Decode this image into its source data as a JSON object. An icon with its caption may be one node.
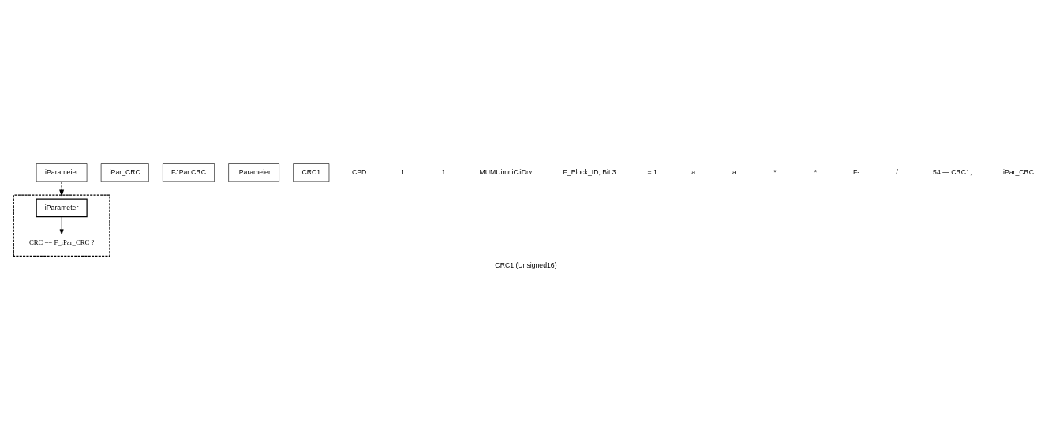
{
  "diagram": {
    "caption": "CRC1 (Unsigned16)",
    "nodes": [
      {
        "text": [
          "iParameier"
        ]
      },
      {
        "text": [
          "iPar_CRC"
        ]
      },
      {
        "text": [
          "FJPar.CRC"
        ]
      },
      {
        "text": [
          "IParameier"
        ]
      },
      {
        "text": [
          "CRC1"
        ]
      },
      {
        "text": [],
        "shape": "box"
      },
      {
        "text": [
          "iParameter"
        ],
        "in": 5
      },
      {
        "text": [
          "CRC == F_iPar_CRC ?"
        ],
        "in": 5
      }
    ],
    "edges": [
      {
        "from": 0,
        "to": 5,
        "arrow": "to",
        "style": "dashed"
      },
      {
        "from": 6,
        "to": 7,
        "arrow": "to"
      }
    ],
    "labels": [
      "CPD",
      "1",
      "1",
      "MUMUimniCiiDrv",
      "F_Block_ID, Bit 3",
      "= 1",
      "a",
      "a",
      "*",
      "*",
      "F-",
      "/",
      "54 — CRC1,",
      "iPar_CRC"
    ]
  }
}
